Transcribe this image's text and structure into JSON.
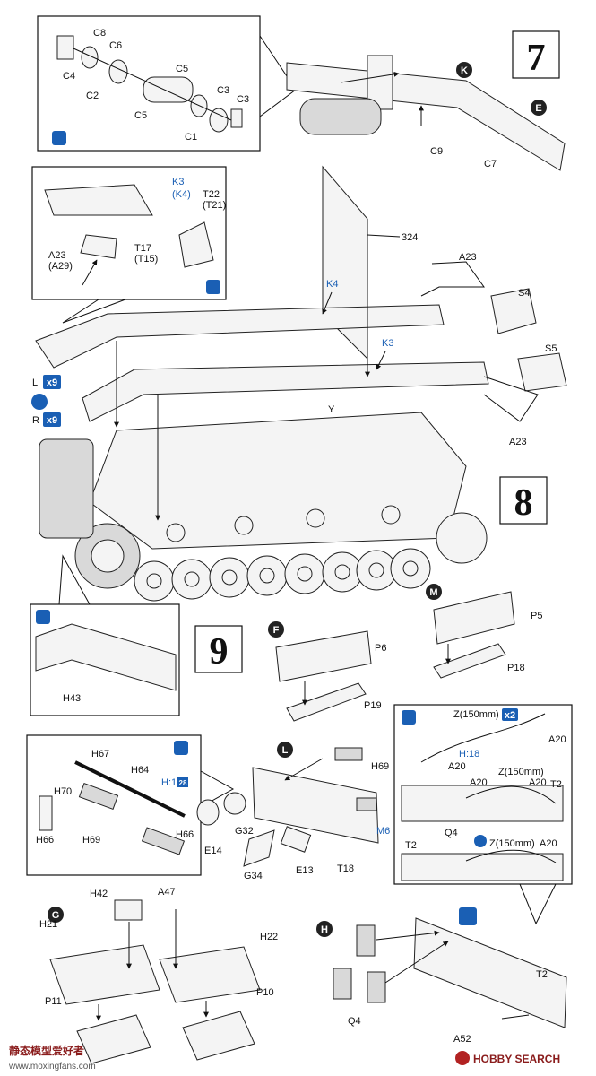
{
  "steps": {
    "s7": "7",
    "s8": "8",
    "s9": "9"
  },
  "callouts": {
    "K": "K",
    "E": "E",
    "F": "F",
    "M": "M",
    "L": "L",
    "G": "G",
    "H": "H"
  },
  "inset_c": {
    "c8": "C8",
    "c6": "C6",
    "c4": "C4",
    "c2": "C2",
    "c5a": "C5",
    "c5b": "C5",
    "c3a": "C3",
    "c3b": "C3",
    "c1": "C1"
  },
  "step7": {
    "c9": "C9",
    "c7": "C7"
  },
  "inset_k": {
    "k3": "K3",
    "k4": "(K4)",
    "t22": "T22",
    "t21": "(T21)",
    "t17": "T17",
    "t15": "(T15)",
    "a23": "A23",
    "a29": "(A29)"
  },
  "step8": {
    "n324": "324",
    "k4": "K4",
    "k3": "K3",
    "a23a": "A23",
    "a23b": "A23",
    "s4": "S4",
    "s5": "S5",
    "y": "Y",
    "lx9": "L",
    "rx9": "R",
    "x9": "x9"
  },
  "inset_h43": {
    "h43": "H43"
  },
  "parts_f": {
    "p6": "P6",
    "p19": "P19"
  },
  "parts_m": {
    "p5": "P5",
    "p18": "P18"
  },
  "inset_cable": {
    "z1": "Z(150mm)",
    "x2": "x2",
    "a20a": "A20",
    "a20b": "A20",
    "z2": "Z(150mm)",
    "a20c": "A20",
    "a20d": "A20",
    "t2a": "T2",
    "t2b": "T2",
    "q4": "Q4",
    "z3": "Z(150mm)",
    "a20e": "A20",
    "h18a": "H:18"
  },
  "inset_mg": {
    "h67": "H67",
    "h64": "H64",
    "h70": "H70",
    "h66a": "H66",
    "h69": "H69",
    "h66b": "H66",
    "h18": "H:18",
    "n28": "28"
  },
  "parts_l": {
    "h69": "H69",
    "e14": "E14",
    "g32": "G32",
    "m6": "M6",
    "g34": "G34",
    "e13": "E13",
    "t18": "T18"
  },
  "parts_g": {
    "h42": "H42",
    "a47": "A47",
    "h21": "H21",
    "h22": "H22",
    "p11": "P11",
    "p10": "P10"
  },
  "parts_h": {
    "t2": "T2",
    "q4": "Q4",
    "a52": "A52"
  },
  "watermark": {
    "left": "静态模型爱好者",
    "left_url": "www.moxingfans.com",
    "right": "HOBBY SEARCH"
  }
}
